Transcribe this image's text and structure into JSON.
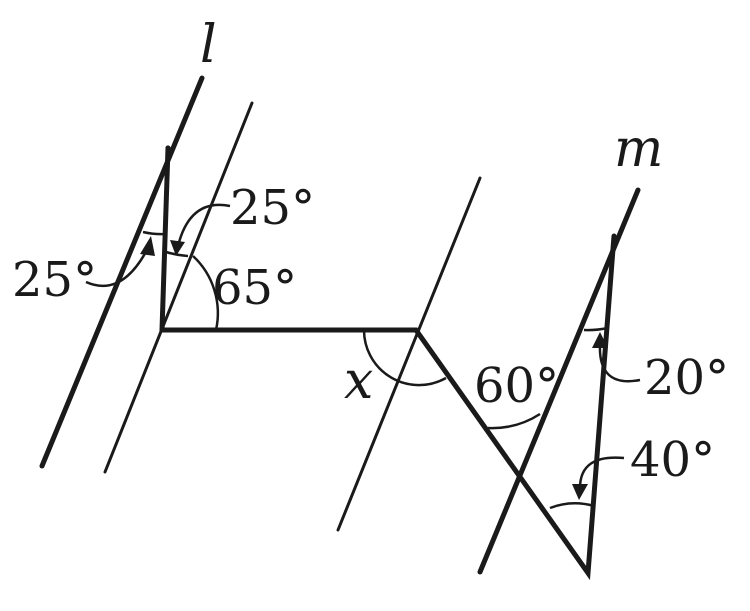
{
  "lines": {
    "l": "l",
    "m": "m"
  },
  "angles": {
    "a25_left": "25°",
    "a25_top": "25°",
    "a65": "65°",
    "x": "x",
    "a60": "60°",
    "a20": "20°",
    "a40": "40°"
  }
}
